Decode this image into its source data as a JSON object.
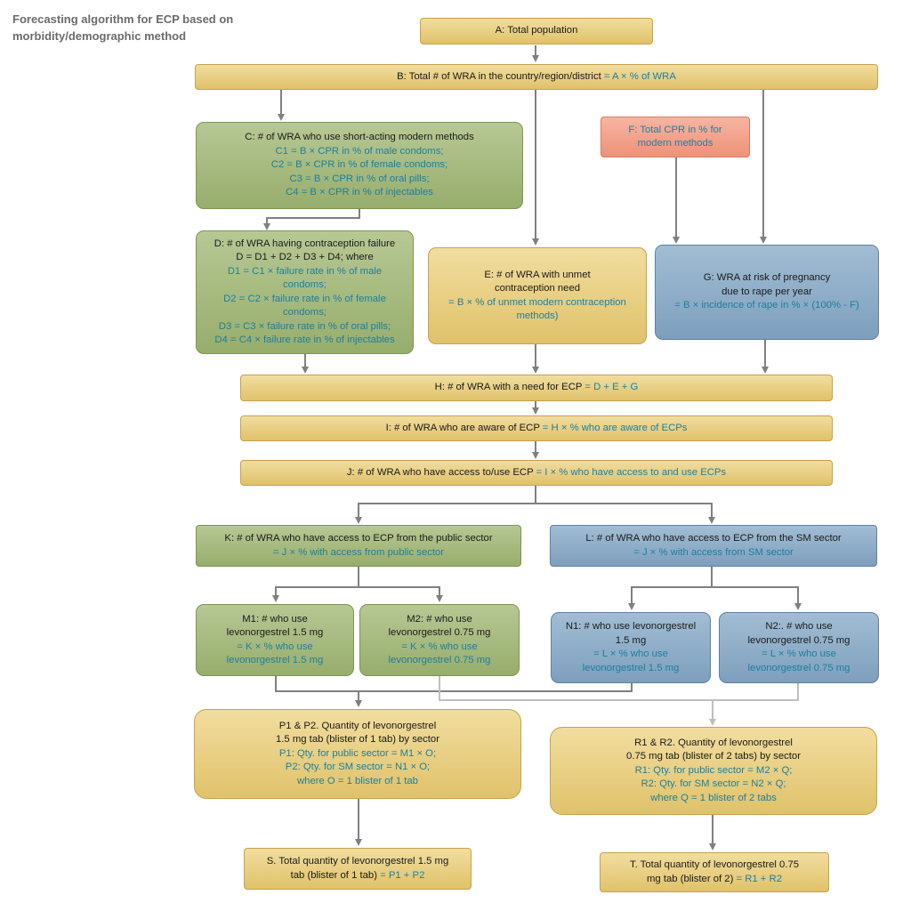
{
  "title": "Forecasting algorithm for ECP based on morbidity/demographic method",
  "boxes": {
    "A": {
      "label": "A: Total population"
    },
    "B": {
      "label": "B: Total # of WRA in the country/region/district",
      "formula": "= A × % of WRA"
    },
    "C": {
      "label": "C: # of WRA who use short-acting modern methods",
      "lines": [
        "C1 = B × CPR in % of male condoms;",
        "C2 = B × CPR in % of female condoms;",
        "C3 = B × CPR in % of oral pills;",
        "C4 = B × CPR in % of injectables"
      ]
    },
    "D": {
      "label": "D: # of WRA having contraception failure",
      "label2": "D = D1 + D2 + D3 + D4; where",
      "lines": [
        "D1 = C1 × failure rate in % of male",
        "condoms;",
        "D2 = C2 × failure rate in % of female",
        "condoms;",
        "D3 = C3 × failure rate in % of oral pills;",
        "D4 = C4 × failure rate in % of injectables"
      ]
    },
    "E": {
      "label": "E: # of WRA with unmet",
      "label2": "contraception need",
      "lines": [
        "= B × % of unmet modern contraception",
        "methods)"
      ]
    },
    "F": {
      "lines": [
        "F: Total CPR in % for",
        "modern methods"
      ]
    },
    "G": {
      "label": "G: WRA at risk of pregnancy",
      "label2": "due to rape per year",
      "formula": "= B × incidence of rape in % × (100% - F)"
    },
    "H": {
      "label": "H: # of WRA with a need for ECP",
      "formula": "= D + E + G"
    },
    "I": {
      "label": "I: # of WRA who are aware of ECP",
      "formula": "= H × % who are aware of ECPs"
    },
    "J": {
      "label": "J: # of WRA who have access to/use ECP",
      "formula": "= I × % who have access to and use ECPs"
    },
    "K": {
      "label": "K: # of WRA who have access to ECP from the public sector",
      "formula": "=   J × % with access from public sector"
    },
    "L": {
      "label": "L: # of WRA who have access to ECP from the SM sector",
      "formula": "= J × % with access from SM sector"
    },
    "M1": {
      "label": "M1: # who use",
      "label2": "levonorgestrel 1.5 mg",
      "lines": [
        "= K × % who use",
        "levonorgestrel 1.5 mg"
      ]
    },
    "M2": {
      "label": "M2:  # who use",
      "label2": "levonorgestrel 0.75 mg",
      "lines": [
        "= K × % who use",
        "levonorgestrel 0.75 mg"
      ]
    },
    "N1": {
      "label": "N1: # who use levonorgestrel",
      "label2": "1.5 mg",
      "lines": [
        "= L × % who use",
        "levonorgestrel 1.5 mg"
      ]
    },
    "N2": {
      "label": "N2:. # who use",
      "label2": "levonorgestrel 0.75 mg",
      "lines": [
        "= L × % who use",
        "levonorgestrel 0.75 mg"
      ]
    },
    "P": {
      "label": "P1 & P2. Quantity of levonorgestrel",
      "label2": "1.5 mg tab (blister of 1 tab) by sector",
      "lines": [
        "P1: Qty. for public sector = M1 × O;",
        "P2: Qty. for SM sector = N1 × O;"
      ],
      "label3": "where O = 1 blister of 1 tab"
    },
    "R": {
      "label": "R1 & R2. Quantity of levonorgestrel",
      "label2": "0.75 mg tab (blister of 2 tabs) by sector",
      "lines": [
        "R1: Qty. for public sector = M2 × Q;",
        "R2: Qty. for SM sector = N2 × Q;"
      ],
      "label3": "where Q = 1 blister of 2 tabs"
    },
    "S": {
      "label": "S. Total quantity of levonorgestrel 1.5 mg",
      "label2": "tab (blister of 1 tab)",
      "formula": "= P1 + P2"
    },
    "T": {
      "label": "T. Total quantity of levonorgestrel 0.75",
      "label2": "mg tab (blister of 2)",
      "formula": "= R1 + R2"
    }
  },
  "colors": {
    "connector": "#808080",
    "connector_light": "#bfbfbf",
    "formula_text": "#1d7f9e"
  }
}
